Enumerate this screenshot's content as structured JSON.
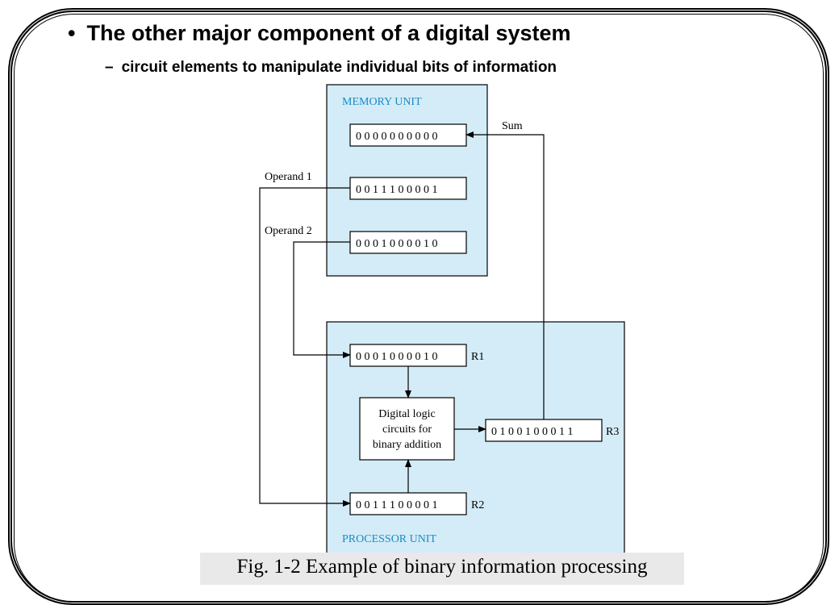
{
  "slide": {
    "bullet": "The other major component of a digital system",
    "sub_bullet": "circuit elements to manipulate individual bits of information",
    "bullet_marker": "•",
    "sub_marker": "–"
  },
  "diagram": {
    "memory_unit_label": "MEMORY UNIT",
    "processor_unit_label": "PROCESSOR UNIT",
    "memory_words": [
      "0 0 0 0 0 0 0 0 0 0",
      "0 0 1 1 1 0 0 0 0 1",
      "0 0 0 1 0 0 0 0 1 0"
    ],
    "operand1_label": "Operand 1",
    "operand2_label": "Operand 2",
    "sum_label": "Sum",
    "r1_value": "0 0 0 1 0 0 0 0 1 0",
    "r1_label": "R1",
    "r2_value": "0 0 1 1 1 0 0 0 0 1",
    "r2_label": "R2",
    "r3_value": "0 1 0 0 1 0 0 0 1 1",
    "r3_label": "R3",
    "logic_lines": [
      "Digital logic",
      "circuits for",
      "binary addition"
    ],
    "unit_fill": "#d4ecf7",
    "unit_label_color": "#1a8ac8"
  },
  "caption": "Fig. 1-2  Example of binary information processing"
}
